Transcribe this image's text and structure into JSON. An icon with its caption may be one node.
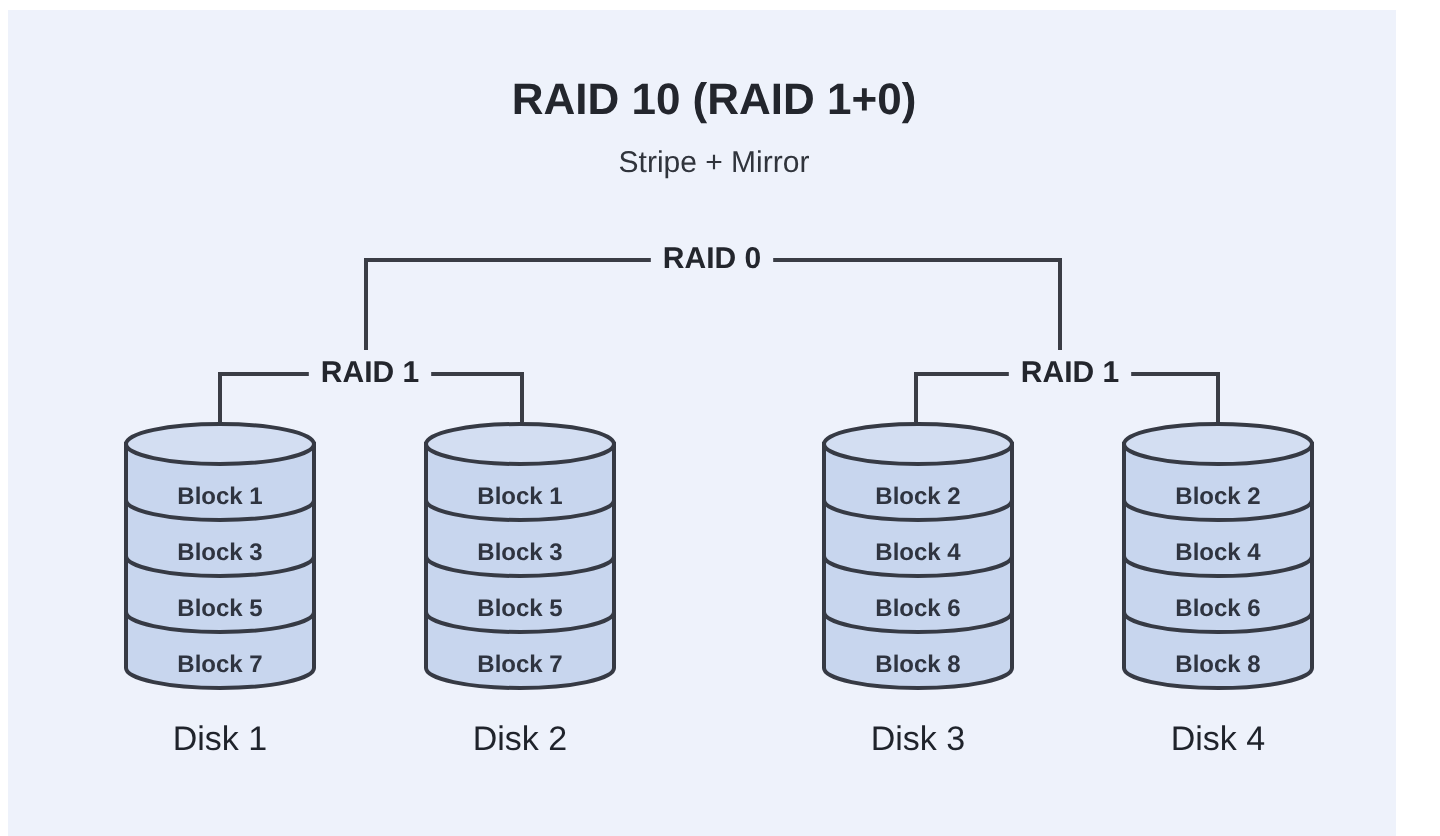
{
  "diagram": {
    "title": "RAID 10 (RAID 1+0)",
    "nodes": [
      {
        "text": [
          "RAID 0"
        ]
      },
      {
        "text": [
          "RAID 1"
        ]
      },
      {
        "text": [
          "RAID 1"
        ]
      },
      {
        "text": [
          "Block 1",
          "Block 3",
          "Block 5",
          "Block 7"
        ],
        "beside": [
          "Disk 1"
        ]
      },
      {
        "text": [
          "Block 1",
          "Block 3",
          "Block 5",
          "Block 7"
        ],
        "beside": [
          "Disk 2"
        ]
      },
      {
        "text": [
          "Block 2",
          "Block 4",
          "Block 6",
          "Block 8"
        ],
        "beside": [
          "Disk 3"
        ]
      },
      {
        "text": [
          "Block 2",
          "Block 4",
          "Block 6",
          "Block 8"
        ],
        "beside": [
          "Disk 4"
        ]
      }
    ],
    "edges": [
      {
        "from": 0,
        "to": 1,
        "arrow": "none"
      },
      {
        "from": 0,
        "to": 2,
        "arrow": "none"
      },
      {
        "from": 1,
        "to": 3,
        "arrow": "none"
      },
      {
        "from": 1,
        "to": 4,
        "arrow": "none"
      },
      {
        "from": 2,
        "to": 5,
        "arrow": "none"
      },
      {
        "from": 2,
        "to": 6,
        "arrow": "none"
      }
    ],
    "labels": [
      "Stripe + Mirror"
    ]
  }
}
